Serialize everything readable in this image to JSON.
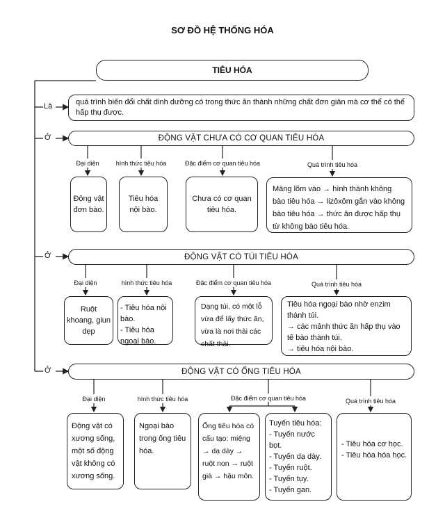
{
  "title": "SƠ ĐỒ HỆ THỐNG HÓA",
  "topic": "TIÊU HÓA",
  "definition": {
    "label": "Là",
    "text": "quá trình biến đổi chất dinh dưỡng có trong thức ăn thành những chất đơn giản mà cơ thể có thể hấp thụ được."
  },
  "sections": [
    {
      "label": "Ở",
      "heading": "ĐỘNG VẬT CHƯA CÓ CƠ QUAN TIÊU HÓA",
      "columns": [
        {
          "label": "Đại diện",
          "text": "Động vật đơn bào."
        },
        {
          "label": "hình thức tiêu hóa",
          "text": "Tiêu hóa nội bào."
        },
        {
          "label": "Đặc điểm cơ quan tiêu hóa",
          "text": "Chưa có cơ quan tiêu hóa."
        },
        {
          "label": "Quá trình tiêu hóa",
          "text": "Màng lõm vào → hình thành không bào tiêu hóa → lizôxôm gắn vào không bào tiêu hóa → thức ăn được hấp thụ từ không bào tiêu hóa."
        }
      ]
    },
    {
      "label": "Ở",
      "heading": "ĐỘNG VẬT CÓ TÚI TIÊU HÓA",
      "columns": [
        {
          "label": "Đại diện",
          "text": "Ruột khoang, giun dẹp"
        },
        {
          "label": "hình thức tiêu hóa",
          "lines": [
            "- Tiêu hóa nội bào.",
            "- Tiêu hóa ngoại bào."
          ]
        },
        {
          "label": "Đặc điểm cơ quan tiêu hóa",
          "text": "Dạng túi, có một lỗ vừa để lấy thức ăn, vừa là nơi thải các chất thải."
        },
        {
          "label": "Quá trình tiêu hóa",
          "lines": [
            "Tiêu hóa ngoại bào nhờ enzim thành túi.",
            "→ các mảnh thức ăn hấp thụ vào tế bào thành túi.",
            "→ tiêu hóa nội bào."
          ]
        }
      ]
    },
    {
      "label": "Ở",
      "heading": "ĐỘNG VẬT CÓ ỐNG TIÊU HÓA",
      "columns": [
        {
          "label": "Đại diện",
          "text": "Động vật có xương sống, một số động vật không có xương sống."
        },
        {
          "label": "hình thức tiêu hóa",
          "text": "Ngoại bào trong ống tiêu hóa."
        },
        {
          "label": "Đặc điểm cơ quan tiêu hóa",
          "text": "Ống tiêu hóa có cấu tạo: miệng → dạ dày → ruột non → ruột già → hậu môn.",
          "text2_title": "Tuyến tiêu hóa:",
          "text2_lines": [
            "- Tuyến nước bọt.",
            "- Tuyến dạ dày.",
            "- Tuyến ruột.",
            "- Tuyến tụy.",
            "- Tuyến gan."
          ]
        },
        {
          "label": "Quá trình tiêu hóa",
          "lines": [
            "- Tiêu hóa cơ học.",
            "- Tiêu hóa hóa học."
          ]
        }
      ]
    }
  ]
}
